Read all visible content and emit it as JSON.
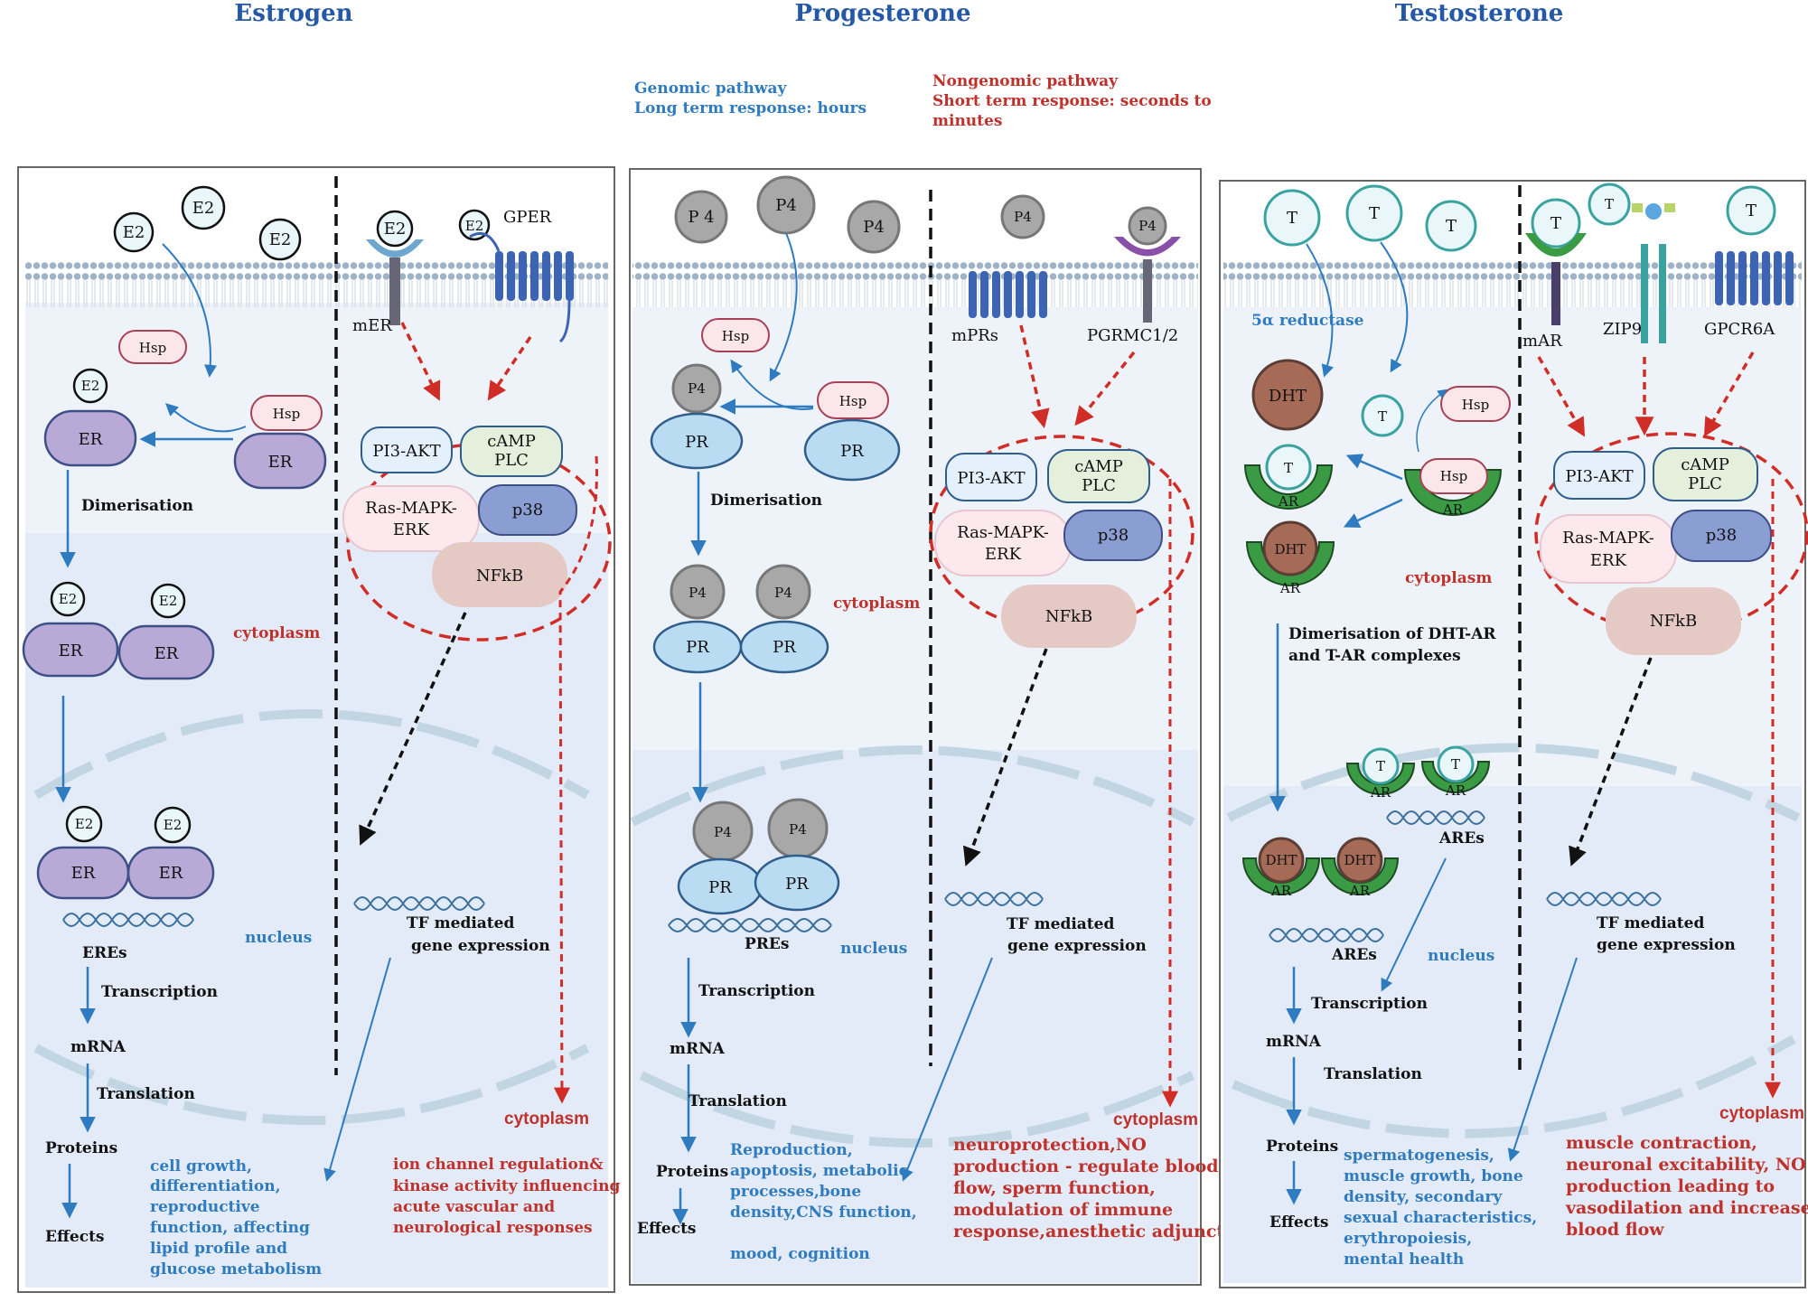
{
  "headings": {
    "estrogen": "Estrogen",
    "progesterone": "Progesterone",
    "testosterone": "Testosterone"
  },
  "legend": {
    "genomic_l1": "Genomic pathway",
    "genomic_l2": "Long term response: hours",
    "nongenomic_l1": "Nongenomic pathway",
    "nongenomic_l2": "Short term response: seconds to",
    "nongenomic_l3": "minutes"
  },
  "estrogen": {
    "ligand": "E2",
    "receptor": "ER",
    "hsp": "Hsp",
    "mER": "mER",
    "GPER": "GPER",
    "pi3akt": "PI3-AKT",
    "camp_l1": "cAMP",
    "camp_l2": "PLC",
    "ras_l1": "Ras-MAPK-",
    "ras_l2": "ERK",
    "p38": "p38",
    "nfkb": "NFkB",
    "dimerisation": "Dimerisation",
    "cytoplasm": "cytoplasm",
    "nucleus": "nucleus",
    "eres": "EREs",
    "tf_l1": "TF mediated",
    "tf_l2": "gene expression",
    "transcription": "Transcription",
    "mrna": "mRNA",
    "translation": "Translation",
    "proteins": "Proteins",
    "effects": "Effects",
    "cytoplasm_bottom": "cytoplasm",
    "genomic_effects": [
      "cell growth,",
      "differentiation,",
      "reproductive",
      "function, affecting",
      "lipid profile and",
      "glucose metabolism"
    ],
    "nongenomic_effects": [
      "ion channel regulation&",
      "kinase activity influencing",
      "acute vascular and",
      "neurological responses"
    ]
  },
  "progesterone": {
    "ligand_a": "P 4",
    "ligand": "P4",
    "receptor": "PR",
    "hsp": "Hsp",
    "mprs": "mPRs",
    "pgrmc": "PGRMC1/2",
    "pi3akt": "PI3-AKT",
    "camp_l1": "cAMP",
    "camp_l2": "PLC",
    "ras_l1": "Ras-MAPK-",
    "ras_l2": "ERK",
    "p38": "p38",
    "nfkb": "NFkB",
    "dimerisation": "Dimerisation",
    "cytoplasm": "cytoplasm",
    "nucleus": "nucleus",
    "pres": "PREs",
    "tf_l1": "TF mediated",
    "tf_l2": "gene expression",
    "transcription": "Transcription",
    "mrna": "mRNA",
    "translation": "Translation",
    "proteins": "Proteins",
    "effects": "Effects",
    "cytoplasm_bottom": "cytoplasm",
    "genomic_effects": [
      "Reproduction,",
      "apoptosis, metabolic",
      "processes,bone",
      "density,CNS function,",
      "",
      "mood,  cognition"
    ],
    "nongenomic_effects": [
      "neuroprotection,NO",
      "production - regulate blood",
      "flow, sperm function,",
      "modulation of immune",
      "response,anesthetic adjunct"
    ]
  },
  "testosterone": {
    "ligand": "T",
    "dht": "DHT",
    "receptor": "AR",
    "hsp": "Hsp",
    "reductase": "5α reductase",
    "mar": "mAR",
    "zip9": "ZIP9",
    "gpcr6a": "GPCR6A",
    "pi3akt": "PI3-AKT",
    "camp_l1": "cAMP",
    "camp_l2": "PLC",
    "ras_l1": "Ras-MAPK-",
    "ras_l2": "ERK",
    "p38": "p38",
    "nfkb": "NFkB",
    "cytoplasm": "cytoplasm",
    "dimer_l1": "Dimerisation of DHT-AR",
    "dimer_l2": "and T-AR complexes",
    "ares": "AREs",
    "nucleus": "nucleus",
    "tf_l1": "TF mediated",
    "tf_l2": "gene expression",
    "transcription": "Transcription",
    "mrna": "mRNA",
    "translation": "Translation",
    "proteins": "Proteins",
    "effects": "Effects",
    "cytoplasm_bottom": "cytoplasm",
    "genomic_effects": [
      "spermatogenesis,",
      "muscle growth, bone",
      "density, secondary",
      "sexual characteristics,",
      "erythropoiesis,",
      " mental health"
    ],
    "nongenomic_effects": [
      "muscle contraction,",
      "neuronal excitability, NO",
      "production leading to",
      "vasodilation and increase",
      "blood flow"
    ]
  },
  "colors": {
    "blue_arrow": "#2f7bc0",
    "red_dash": "#d12d27",
    "er_fill": "#b9a9d6",
    "pr_fill": "#b9dcf3",
    "ar_fill": "#3b9a44",
    "dht_fill": "#a66b57"
  }
}
